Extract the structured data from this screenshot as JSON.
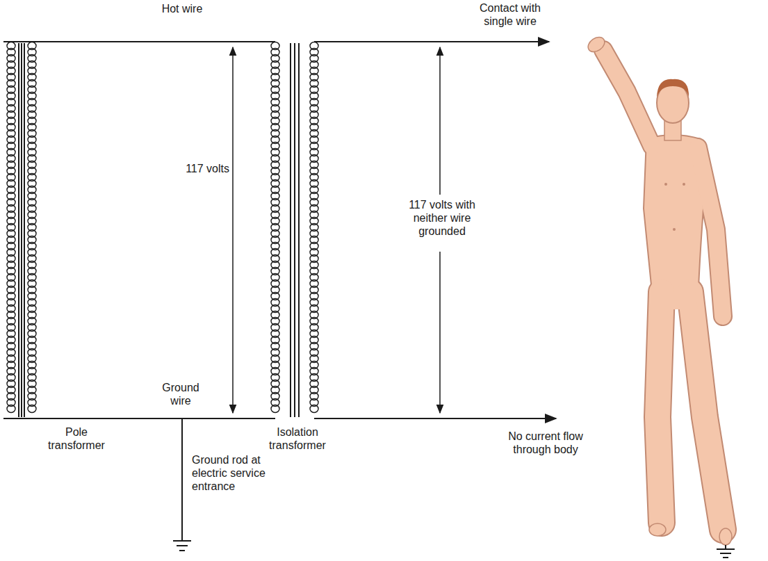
{
  "diagram": {
    "labels": [
      "Hot wire",
      "Contact with single wire",
      "117 volts",
      "117 volts with neither wire grounded",
      "No current flow through body",
      "Ground wire",
      "Pole transformer",
      "Isolation transformer",
      "Ground rod at electric service entrance"
    ]
  }
}
